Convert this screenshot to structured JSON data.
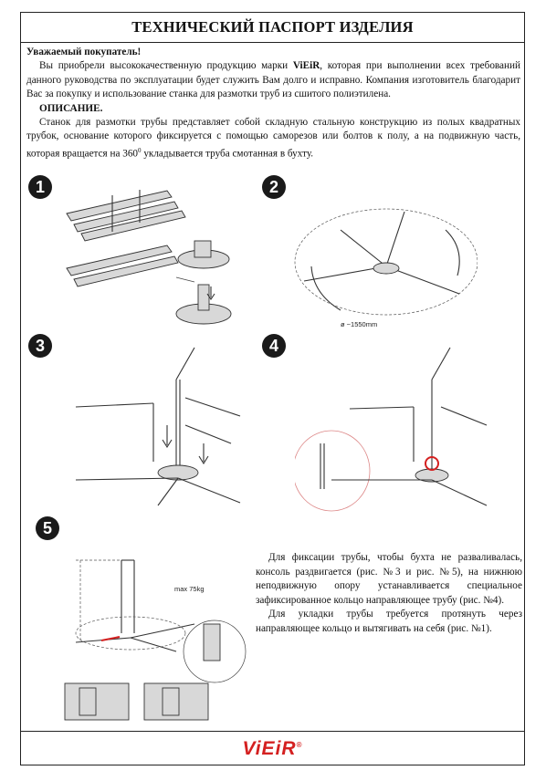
{
  "document": {
    "title": "ТЕХНИЧЕСКИЙ ПАСПОРТ ИЗДЕЛИЯ",
    "greeting": "Уважаемый покупатель!",
    "intro_part1": "Вы приобрели высококачественную продукцию марки ",
    "brand_inline": "ViEiR",
    "intro_part2": ", которая при выполнении всех требований данного руководства по эксплуатации будет служить Вам долго и исправно. Компания изготовитель благодарит Вас за покупку и использование станка для размотки труб из сшитого полиэтилена.",
    "section_heading": "ОПИСАНИЕ.",
    "description_part1": "Станок для размотки трубы представляет собой складную стальную конструкцию из полых квадратных трубок, основание которого фиксируется с помощью саморезов или болтов к полу, а на подвижную часть, которая вращается на 360",
    "description_sup": "0",
    "description_part2": " укладывается труба смотанная в бухту."
  },
  "figures": [
    {
      "number": "1"
    },
    {
      "number": "2",
      "dimension_label": "ø ~1550mm"
    },
    {
      "number": "3"
    },
    {
      "number": "4"
    },
    {
      "number": "5",
      "load_label": "max 75kg"
    }
  ],
  "instructions": {
    "paragraph1": "Для фиксации трубы, чтобы бухта не разваливалась, консоль раздвигается (рис. №3 и рис. №5), на нижнюю неподвижную опору устанавливается специальное зафиксированное кольцо направляющее трубу (рис. №4).",
    "paragraph2": "Для укладки трубы требуется протянуть через направляющее кольцо и вытягивать на себя (рис. №1)."
  },
  "footer": {
    "logo": "ViEiR",
    "registered_mark": "®",
    "logo_color": "#d42020"
  }
}
